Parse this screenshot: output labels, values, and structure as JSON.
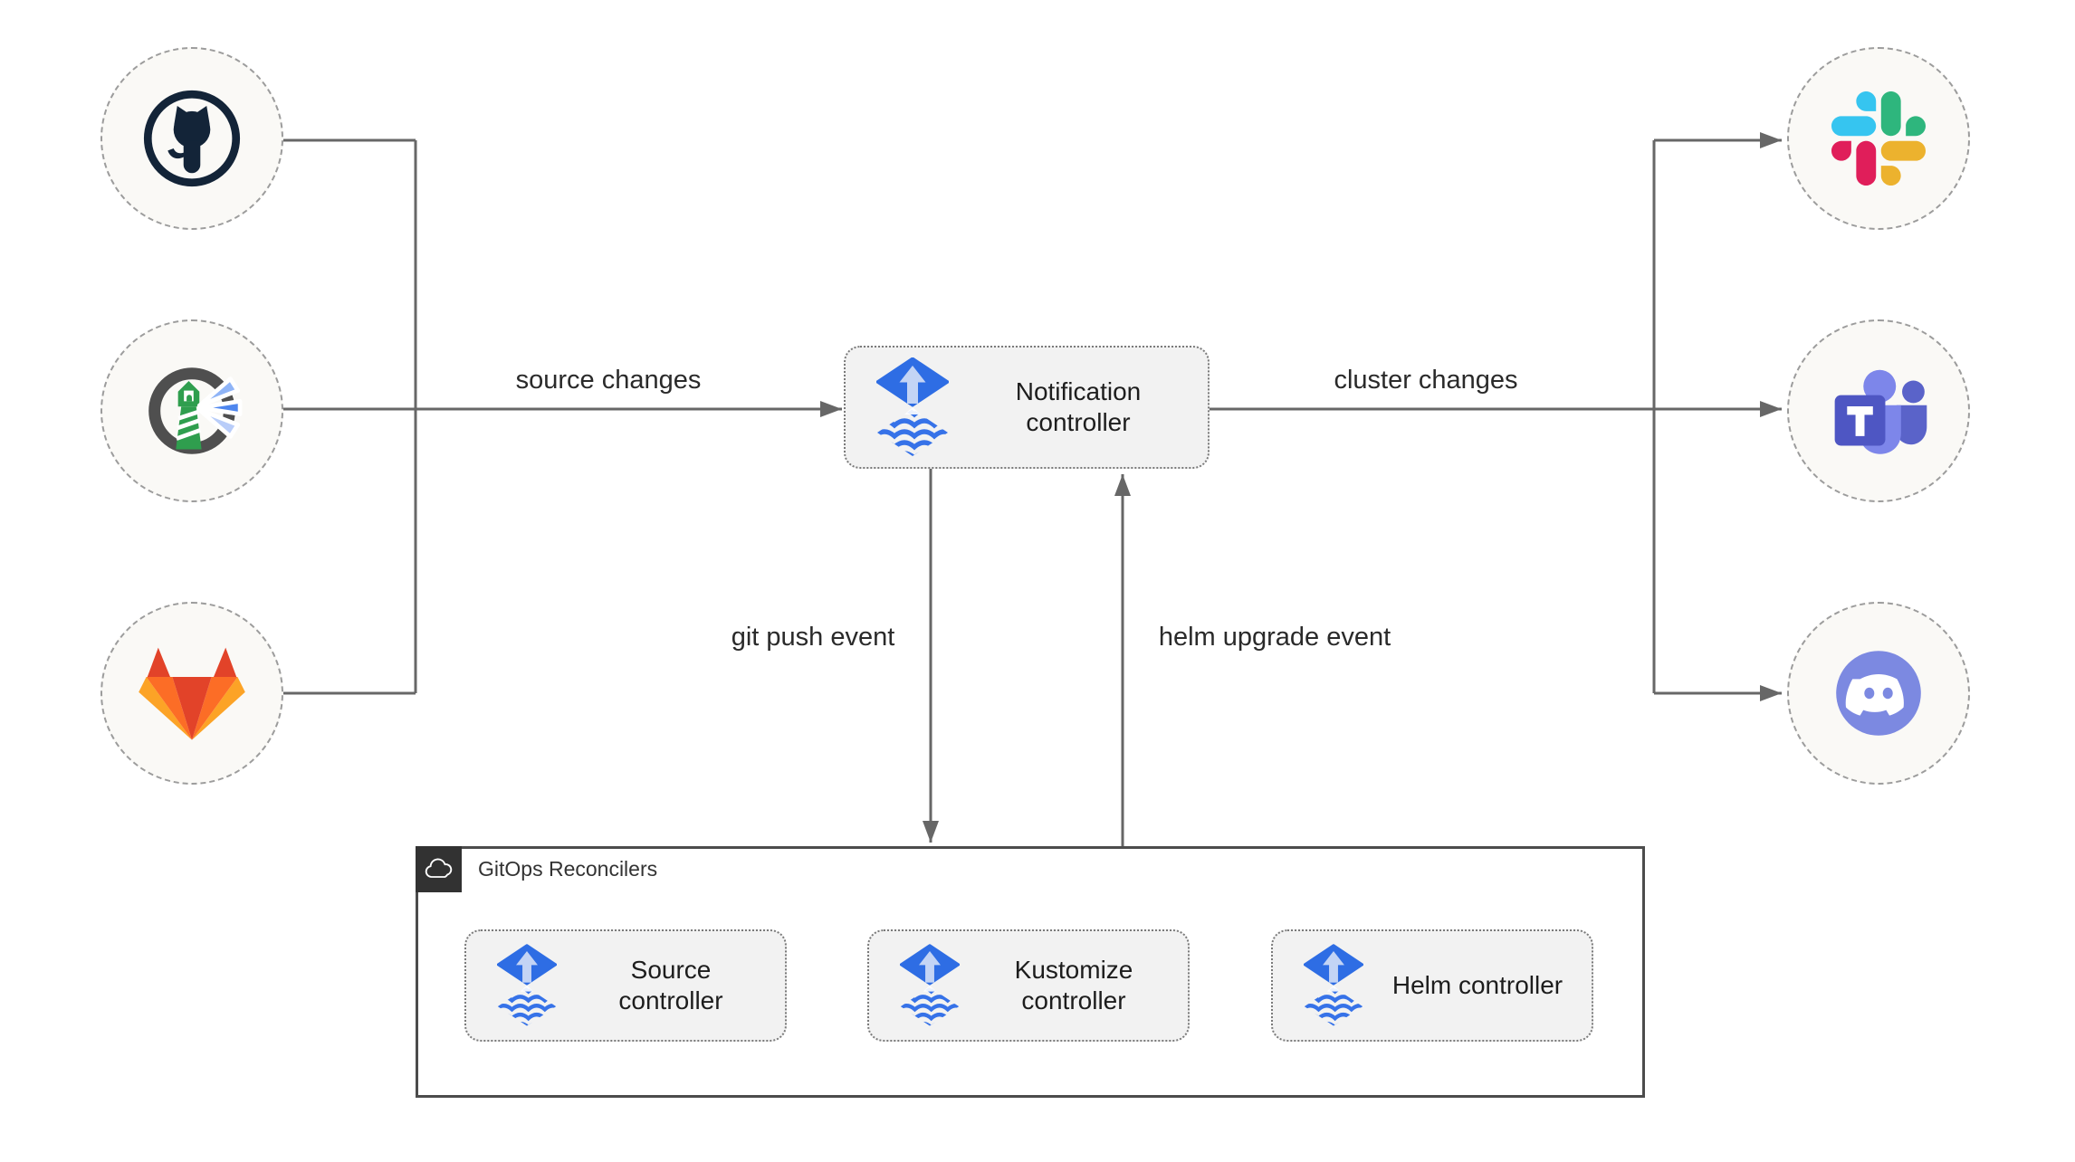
{
  "edges": {
    "source_changes": "source changes",
    "cluster_changes": "cluster changes",
    "git_push_event": "git push event",
    "helm_upgrade_event": "helm upgrade event"
  },
  "notification": {
    "label": "Notification controller",
    "icon": "flux-icon"
  },
  "sources": [
    {
      "icon": "github-icon"
    },
    {
      "icon": "harbor-icon"
    },
    {
      "icon": "gitlab-icon"
    }
  ],
  "targets": [
    {
      "icon": "slack-icon"
    },
    {
      "icon": "teams-icon"
    },
    {
      "icon": "discord-icon"
    }
  ],
  "reconcilers": {
    "title": "GitOps Reconcilers",
    "icon": "cloud-icon",
    "controllers": [
      {
        "label": "Source controller",
        "icon": "flux-icon"
      },
      {
        "label": "Kustomize controller",
        "icon": "flux-icon"
      },
      {
        "label": "Helm controller",
        "icon": "flux-icon"
      }
    ]
  },
  "colors": {
    "flux_blue": "#2e6de4",
    "flux_wave_blue": "#3672e8",
    "line_gray": "#676767",
    "node_fill": "#f2f2f2",
    "circle_fill": "#faf9f6",
    "slack": [
      "#36C5F0",
      "#2EB67D",
      "#ECB22E",
      "#E01E5A"
    ],
    "gitlab": [
      "#e24329",
      "#fc6d26",
      "#fca326"
    ],
    "teams_purple": "#4e56c3",
    "discord_blurple": "#7c89e1",
    "harbor_green": "#2f9e4e",
    "github_dark": "#132438"
  }
}
